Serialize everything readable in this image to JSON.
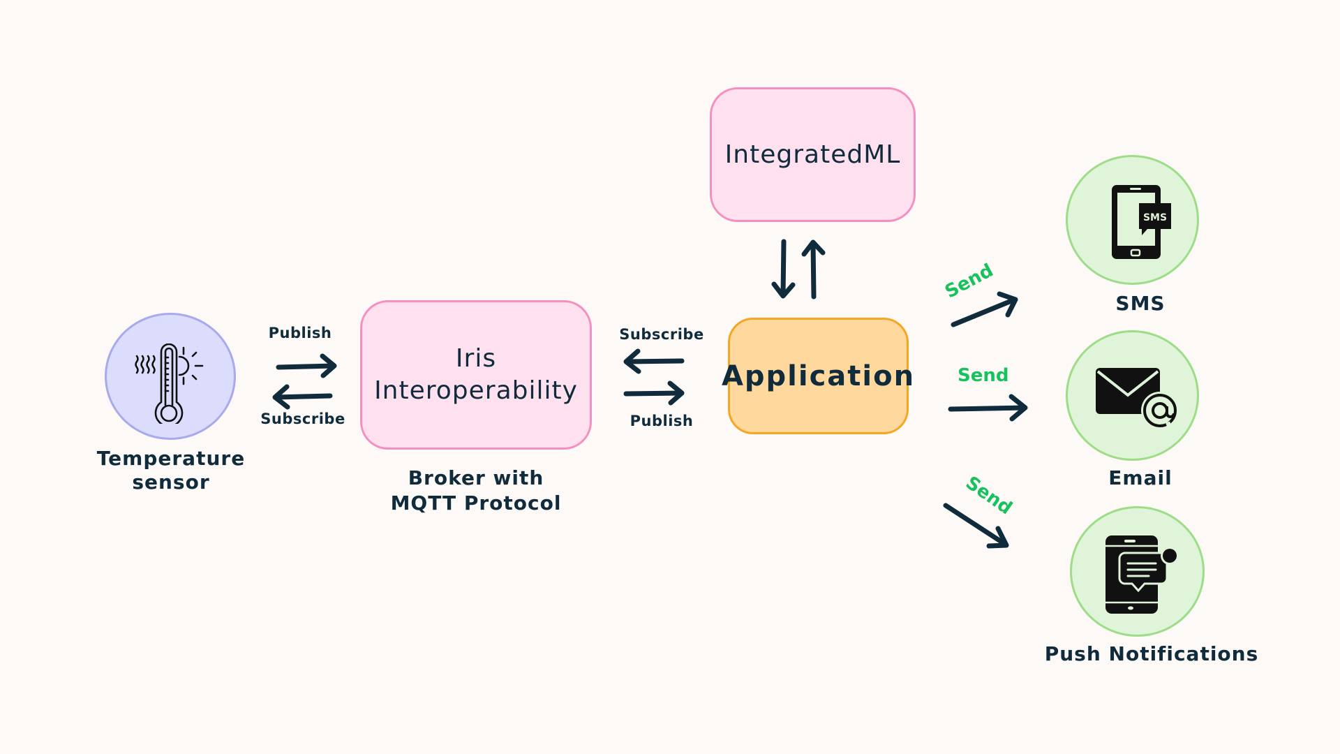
{
  "colors": {
    "background": "#FDF9F6",
    "ink": "#0F2B3C",
    "send": "#17C25E",
    "pink_fill": "#FFE0EE",
    "pink_border": "#F48FC0",
    "orange_fill": "#FFD89D",
    "orange_border": "#F5A623",
    "purple_fill": "#DCDCFC",
    "purple_border": "#A9A9EE",
    "green_fill": "#DFF4D8",
    "green_border": "#9EDD88"
  },
  "sensor": {
    "icon": "thermometer-sun-icon",
    "label_line1": "Temperature",
    "label_line2": "sensor"
  },
  "sensor_broker_link": {
    "top_label": "Publish",
    "bottom_label": "Subscribe"
  },
  "broker": {
    "title_line1": "Iris",
    "title_line2": "Interoperability",
    "caption_line1": "Broker with",
    "caption_line2": "MQTT Protocol"
  },
  "broker_app_link": {
    "top_label": "Subscribe",
    "bottom_label": "Publish"
  },
  "ml": {
    "title": "IntegratedML"
  },
  "application": {
    "title": "Application"
  },
  "outputs": [
    {
      "send_label": "Send",
      "label": "SMS",
      "icon": "sms-phone-icon",
      "icon_text": "SMS"
    },
    {
      "send_label": "Send",
      "label": "Email",
      "icon": "email-at-icon"
    },
    {
      "send_label": "Send",
      "label": "Push Notifications",
      "icon": "push-notification-icon"
    }
  ]
}
